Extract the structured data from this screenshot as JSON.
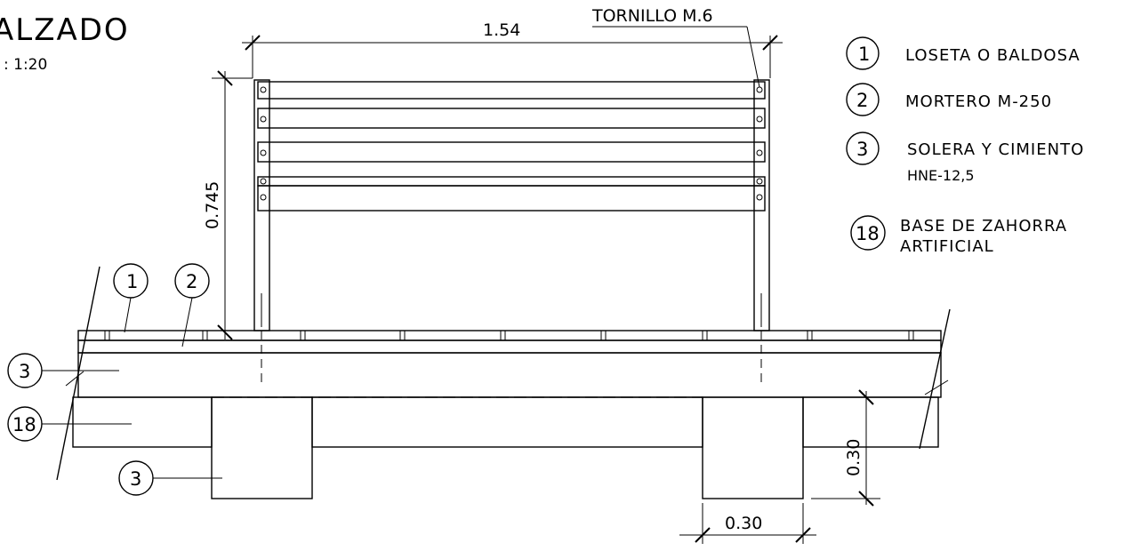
{
  "drawing": {
    "title": "ALZADO",
    "scale": ": 1:20",
    "dimensions": {
      "width": "1.54",
      "height": "0.745",
      "footing_depth": "0.30",
      "footing_width": "0.30"
    },
    "bolt_note": "TORNILLO M.6"
  },
  "legend": {
    "items": [
      {
        "num": "1",
        "label": "LOSETA O BALDOSA",
        "sub": ""
      },
      {
        "num": "2",
        "label": "MORTERO M-250",
        "sub": ""
      },
      {
        "num": "3",
        "label": "SOLERA Y CIMIENTO",
        "sub": "HNE-12,5"
      },
      {
        "num": "18",
        "label": "BASE DE ZAHORRA",
        "sub": "ARTIFICIAL"
      }
    ]
  },
  "callouts": {
    "c1": "1",
    "c2": "2",
    "c3_top": "3",
    "c18": "18",
    "c3_bottom": "3"
  }
}
